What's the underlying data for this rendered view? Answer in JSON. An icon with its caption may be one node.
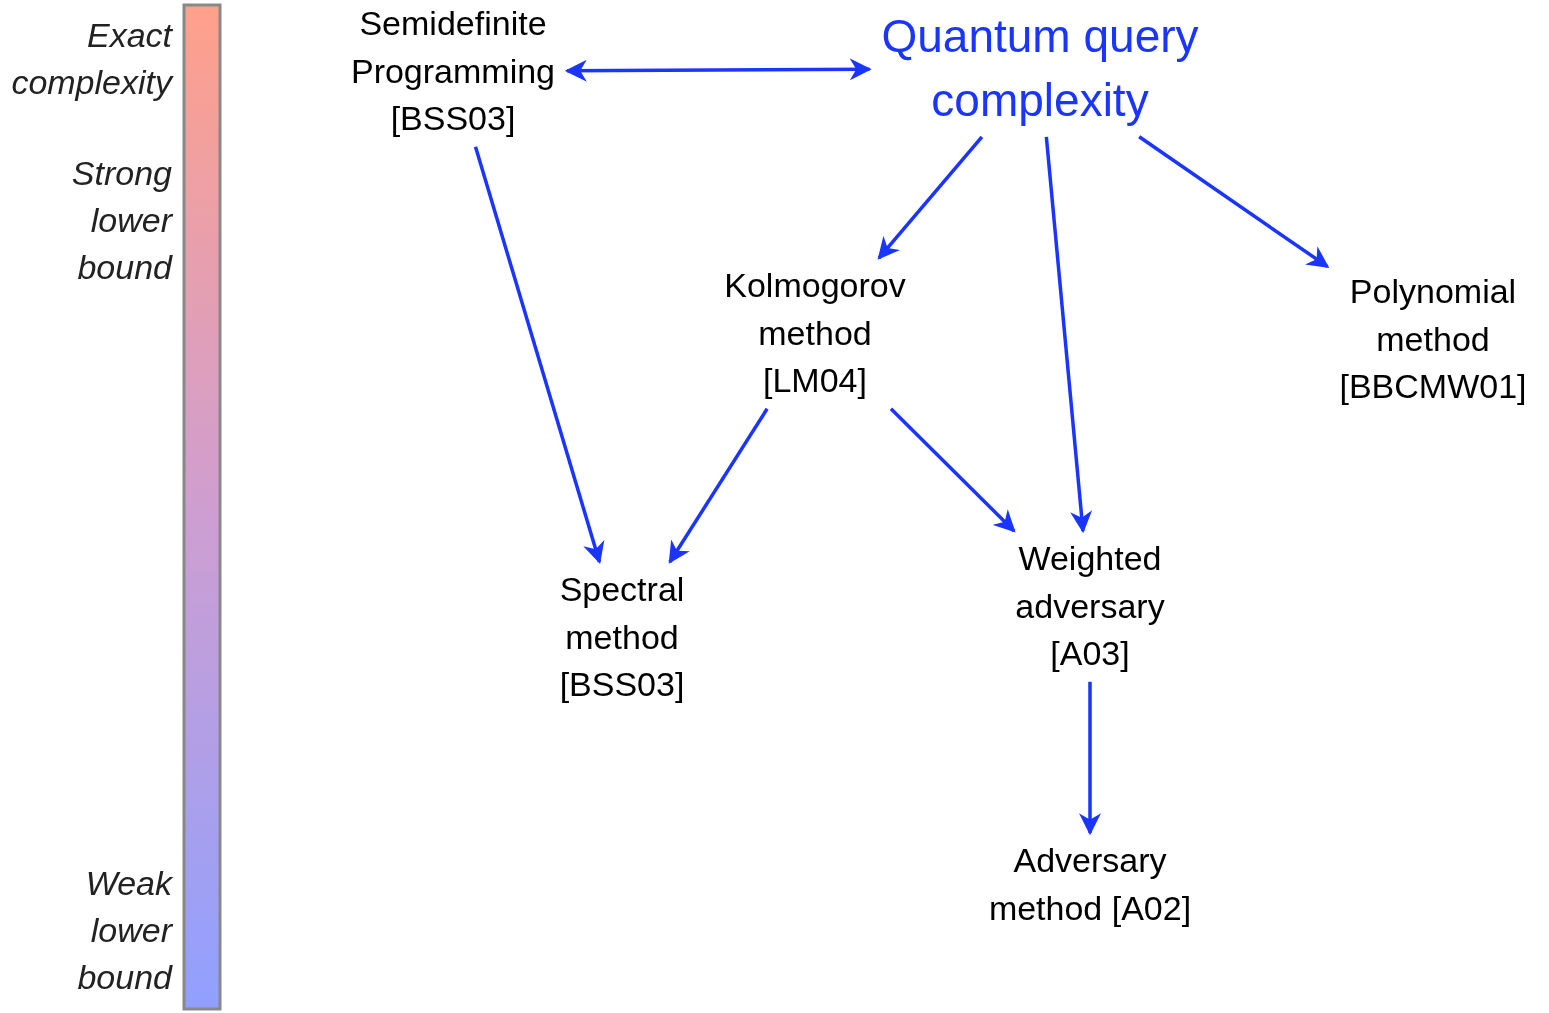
{
  "diagram": {
    "nodes": [
      {
        "text": [
          "Semidefinite Programming [BSS03]"
        ]
      },
      {
        "text": [
          "Quantum query complexity"
        ]
      },
      {
        "text": [
          "Kolmogorov method [LM04]"
        ]
      },
      {
        "text": [
          "Polynomial method [BBCMW01]"
        ]
      },
      {
        "text": [
          "Spectral method [BSS03]"
        ]
      },
      {
        "text": [
          "Weighted adversary [A03]"
        ]
      },
      {
        "text": [
          "Adversary method [A02]"
        ]
      }
    ],
    "edges": [
      {
        "from": 0,
        "to": 1,
        "arrow": "both"
      },
      {
        "from": 1,
        "to": 2,
        "arrow": "to"
      },
      {
        "from": 1,
        "to": 5,
        "arrow": "to"
      },
      {
        "from": 1,
        "to": 3,
        "arrow": "to"
      },
      {
        "from": 0,
        "to": 4,
        "arrow": "to"
      },
      {
        "from": 2,
        "to": 4,
        "arrow": "to"
      },
      {
        "from": 2,
        "to": 5,
        "arrow": "to"
      },
      {
        "from": 5,
        "to": 6,
        "arrow": "to"
      }
    ],
    "labels": [
      "Exact complexity",
      "Strong lower bound",
      "Weak lower bound"
    ]
  }
}
